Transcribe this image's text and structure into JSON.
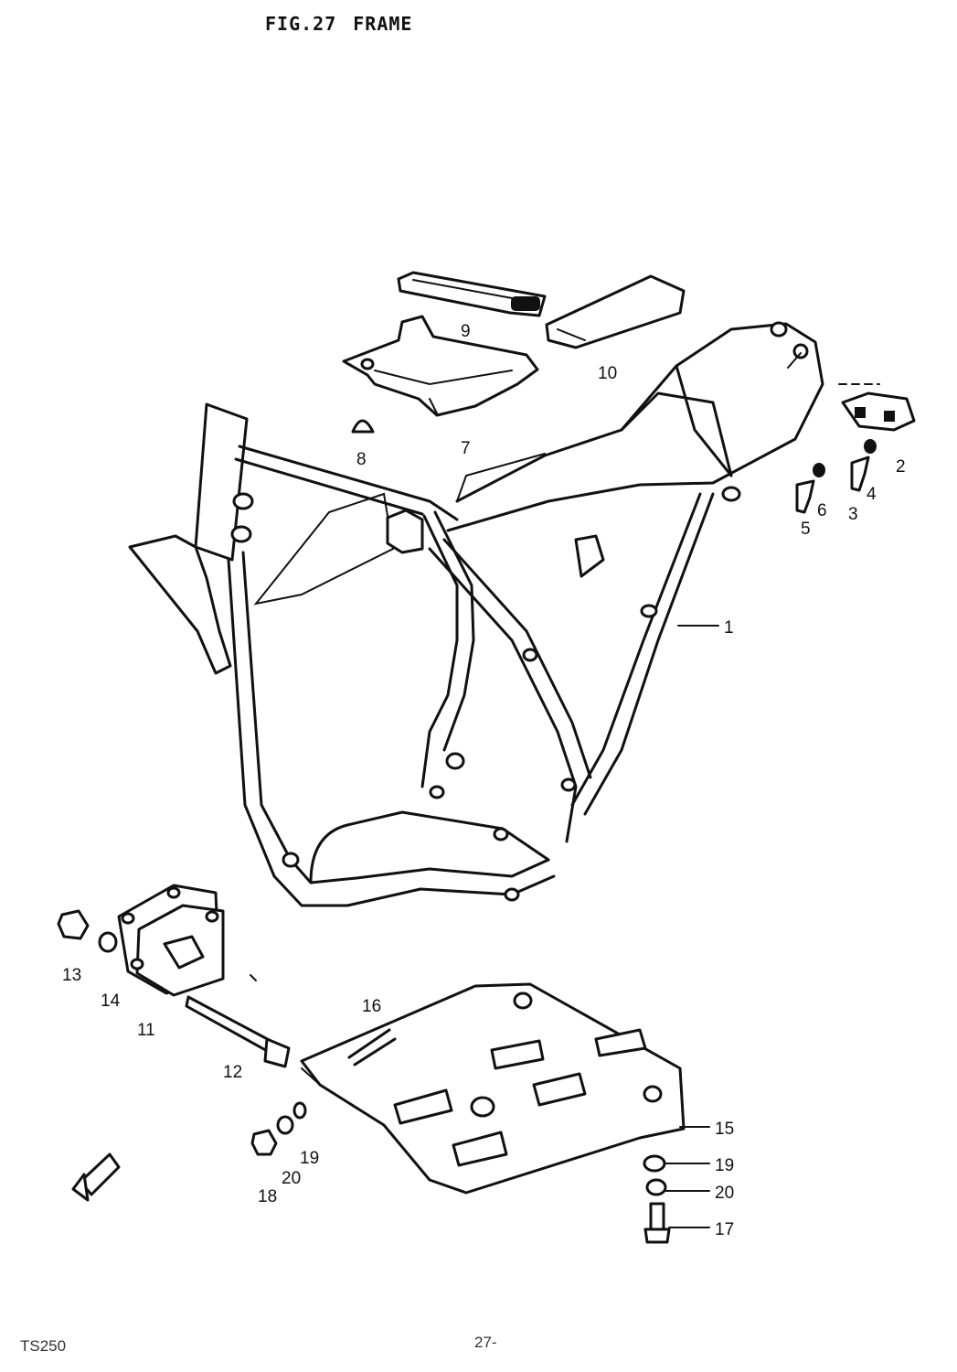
{
  "header": {
    "fig": "FIG.27",
    "title": "FRAME"
  },
  "footer": {
    "model": "TS250",
    "page": "27-"
  },
  "callouts": {
    "c1": "1",
    "c2": "2",
    "c3": "3",
    "c4": "4",
    "c5": "5",
    "c6": "6",
    "c7": "7",
    "c8": "8",
    "c9": "9",
    "c10": "10",
    "c11": "11",
    "c12": "12",
    "c13": "13",
    "c14": "14",
    "c15": "15",
    "c16": "16",
    "c17": "17",
    "c18": "18",
    "c19a": "19",
    "c19b": "19",
    "c20a": "20",
    "c20b": "20"
  }
}
